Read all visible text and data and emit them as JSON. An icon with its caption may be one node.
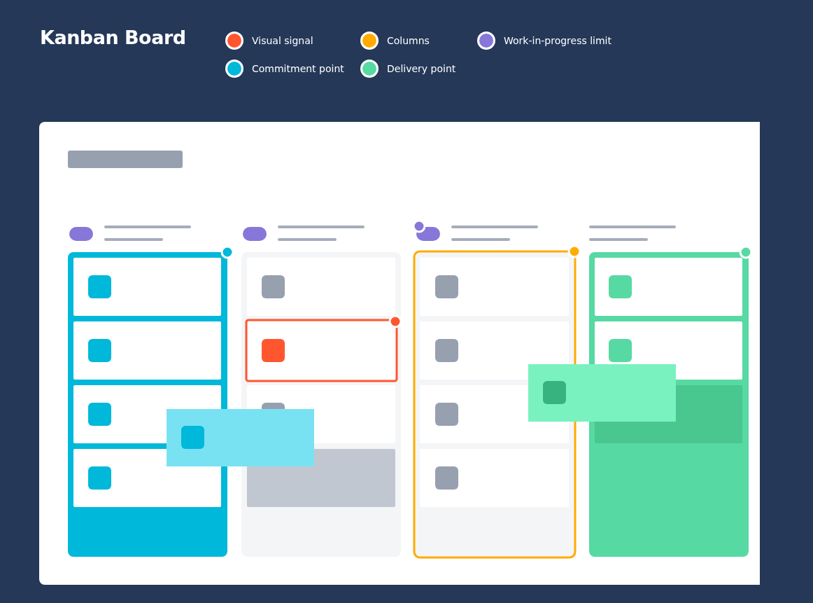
{
  "diagram": {
    "title": "Kanban Board",
    "legend": [
      {
        "text": "Visual signal",
        "color": "#ff5630"
      },
      {
        "text": "Columns",
        "color": "#ffab00"
      },
      {
        "text": "Work-in-progress limit",
        "color": "#8777d9"
      },
      {
        "text": "Commitment point",
        "color": "#00b8d9"
      },
      {
        "text": "Delivery point",
        "color": "#57d9a3"
      }
    ]
  }
}
